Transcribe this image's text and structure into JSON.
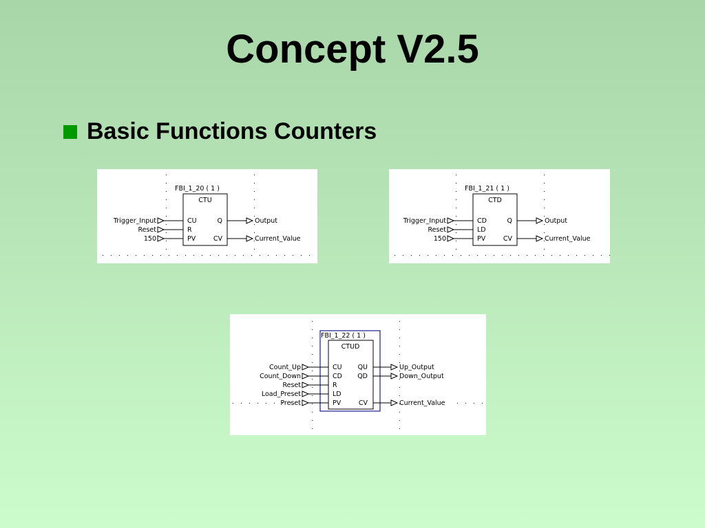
{
  "title": "Concept V2.5",
  "bullet": "Basic Functions Counters",
  "blocks": [
    {
      "instance": "FBI_1_20 ( 1 )",
      "type": "CTU",
      "inputs": [
        {
          "var": "Trigger_Input",
          "pin": "CU"
        },
        {
          "var": "Reset",
          "pin": "R"
        },
        {
          "var": "150",
          "pin": "PV"
        }
      ],
      "outputs": [
        {
          "pin": "Q",
          "var": "Output"
        },
        {
          "pin": "CV",
          "var": "Current_Value"
        }
      ]
    },
    {
      "instance": "FBI_1_21 ( 1 )",
      "type": "CTD",
      "inputs": [
        {
          "var": "Trigger_Input",
          "pin": "CD"
        },
        {
          "var": "Reset",
          "pin": "LD"
        },
        {
          "var": "150",
          "pin": "PV"
        }
      ],
      "outputs": [
        {
          "pin": "Q",
          "var": "Output"
        },
        {
          "pin": "CV",
          "var": "Current_Value"
        }
      ]
    },
    {
      "instance": "FBI_1_22 ( 1 )",
      "type": "CTUD",
      "inputs": [
        {
          "var": "Count_Up",
          "pin": "CU"
        },
        {
          "var": "Count_Down",
          "pin": "CD"
        },
        {
          "var": "Reset",
          "pin": "R"
        },
        {
          "var": "Load_Preset",
          "pin": "LD"
        },
        {
          "var": "Preset",
          "pin": "PV"
        }
      ],
      "outputs": [
        {
          "pin": "QU",
          "var": "Up_Output"
        },
        {
          "pin": "QD",
          "var": "Down_Output"
        },
        {
          "pin": "CV",
          "var": "Current_Value"
        }
      ]
    }
  ]
}
